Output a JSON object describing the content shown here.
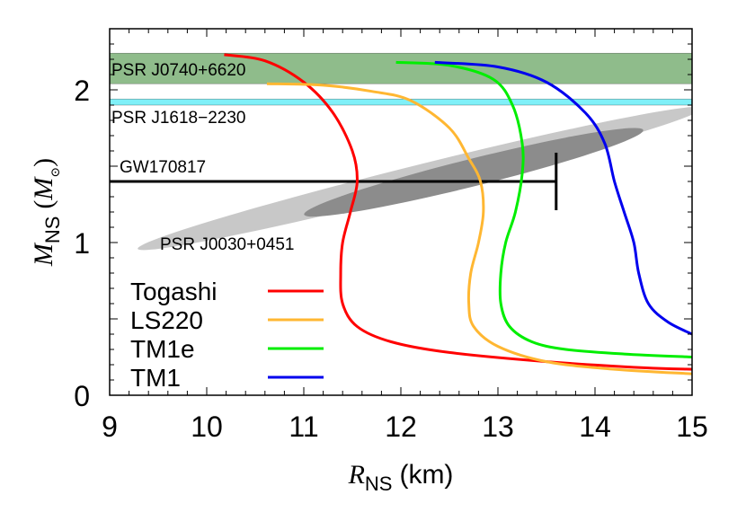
{
  "chart_data": {
    "type": "line",
    "xlabel": {
      "var": "R",
      "sub": "NS",
      "unit": "(km)"
    },
    "ylabel": {
      "var": "M",
      "sub": "NS",
      "unit_open": "(",
      "unit_var": "M",
      "unit_sub": "⊙",
      "unit_close": ")"
    },
    "xlim": [
      9,
      15
    ],
    "ylim": [
      0,
      2.4
    ],
    "x_ticks": [
      "9",
      "10",
      "11",
      "12",
      "13",
      "14",
      "15"
    ],
    "y_ticks": [
      "0",
      "1",
      "2"
    ],
    "grid": false,
    "legend_position": "bottom-left",
    "series": [
      {
        "name": "Togashi",
        "color": "#ff0000",
        "points": [
          [
            10.18,
            2.23
          ],
          [
            10.6,
            2.19
          ],
          [
            11.0,
            2.05
          ],
          [
            11.3,
            1.85
          ],
          [
            11.5,
            1.6
          ],
          [
            11.55,
            1.4
          ],
          [
            11.48,
            1.2
          ],
          [
            11.4,
            1.0
          ],
          [
            11.38,
            0.8
          ],
          [
            11.4,
            0.6
          ],
          [
            11.55,
            0.45
          ],
          [
            11.9,
            0.35
          ],
          [
            12.5,
            0.28
          ],
          [
            13.5,
            0.22
          ],
          [
            14.5,
            0.18
          ],
          [
            15.0,
            0.17
          ]
        ]
      },
      {
        "name": "LS220",
        "color": "#ffb732",
        "points": [
          [
            10.62,
            2.04
          ],
          [
            11.2,
            2.03
          ],
          [
            11.7,
            1.99
          ],
          [
            12.1,
            1.93
          ],
          [
            12.5,
            1.75
          ],
          [
            12.7,
            1.55
          ],
          [
            12.82,
            1.4
          ],
          [
            12.85,
            1.2
          ],
          [
            12.8,
            1.0
          ],
          [
            12.72,
            0.8
          ],
          [
            12.7,
            0.6
          ],
          [
            12.75,
            0.45
          ],
          [
            13.0,
            0.32
          ],
          [
            13.5,
            0.22
          ],
          [
            14.2,
            0.17
          ],
          [
            15.0,
            0.14
          ]
        ]
      },
      {
        "name": "TM1e",
        "color": "#00ee00",
        "points": [
          [
            11.95,
            2.18
          ],
          [
            12.5,
            2.16
          ],
          [
            12.95,
            2.07
          ],
          [
            13.15,
            1.9
          ],
          [
            13.25,
            1.65
          ],
          [
            13.25,
            1.45
          ],
          [
            13.18,
            1.2
          ],
          [
            13.08,
            1.0
          ],
          [
            13.03,
            0.8
          ],
          [
            13.03,
            0.6
          ],
          [
            13.12,
            0.45
          ],
          [
            13.35,
            0.35
          ],
          [
            13.7,
            0.3
          ],
          [
            14.3,
            0.27
          ],
          [
            15.0,
            0.25
          ]
        ]
      },
      {
        "name": "TM1",
        "color": "#0000ee",
        "points": [
          [
            12.35,
            2.18
          ],
          [
            13.0,
            2.15
          ],
          [
            13.5,
            2.05
          ],
          [
            13.9,
            1.85
          ],
          [
            14.1,
            1.65
          ],
          [
            14.2,
            1.4
          ],
          [
            14.3,
            1.2
          ],
          [
            14.4,
            1.0
          ],
          [
            14.45,
            0.8
          ],
          [
            14.55,
            0.6
          ],
          [
            14.75,
            0.48
          ],
          [
            15.0,
            0.4
          ]
        ]
      }
    ],
    "bands": [
      {
        "label": "PSR J0740+6620",
        "y_range": [
          2.04,
          2.24
        ],
        "color": "#8fbc8b"
      },
      {
        "label": "PSR J1618−2230",
        "y_range": [
          1.9,
          1.94
        ],
        "color": "#7ff0f8"
      }
    ],
    "ellipses": [
      {
        "label": "PSR J0030+0451",
        "region": "outer",
        "center": [
          12.2,
          1.42
        ],
        "semi_major_km": 3.0,
        "semi_minor_deg": 0.09,
        "angle_deg": 14,
        "color": "#c8c8c8"
      },
      {
        "region": "inner",
        "center": [
          12.75,
          1.46
        ],
        "semi_major_km": 1.8,
        "semi_minor_deg": 0.09,
        "angle_deg": 14,
        "color": "#8c8c8c"
      }
    ],
    "constraint_line": {
      "label": "GW170817",
      "y": 1.4,
      "x_from": 9,
      "x_to": 13.6
    }
  }
}
